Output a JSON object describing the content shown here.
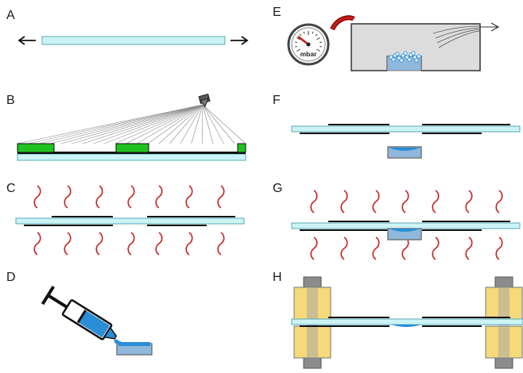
{
  "panels": [
    {
      "letter": "A"
    },
    {
      "letter": "B"
    },
    {
      "letter": "C"
    },
    {
      "letter": "D"
    },
    {
      "letter": "E"
    },
    {
      "letter": "F"
    },
    {
      "letter": "G"
    },
    {
      "letter": "H"
    }
  ],
  "gauge": {
    "unit": "mbar"
  },
  "colors": {
    "glass": "#ccf4f7",
    "glass_stroke": "#5aa9b0",
    "film": "#111111",
    "mask": "#1fc21f",
    "heat": "#c81e1e",
    "liquid": "#2a8ed6",
    "dish": "#8fb8dc",
    "chamber": "#dcdcdc",
    "clamp": "#f5d97a",
    "bolt": "#8c8c8c"
  }
}
